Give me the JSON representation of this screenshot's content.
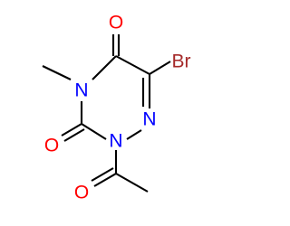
{
  "molecule": {
    "atoms": {
      "o_top": {
        "symbol": "O",
        "color": "#ff0000"
      },
      "br": {
        "symbol": "Br",
        "color": "#a52a2a"
      },
      "n_methyl": {
        "symbol": "N",
        "color": "#0000ff"
      },
      "n_right": {
        "symbol": "N",
        "color": "#0000ff"
      },
      "o_left": {
        "symbol": "O",
        "color": "#ff0000"
      },
      "n_acetyl": {
        "symbol": "N",
        "color": "#0000ff"
      },
      "o_bottom": {
        "symbol": "O",
        "color": "#ff0000"
      }
    },
    "bond_color": "#000000"
  }
}
